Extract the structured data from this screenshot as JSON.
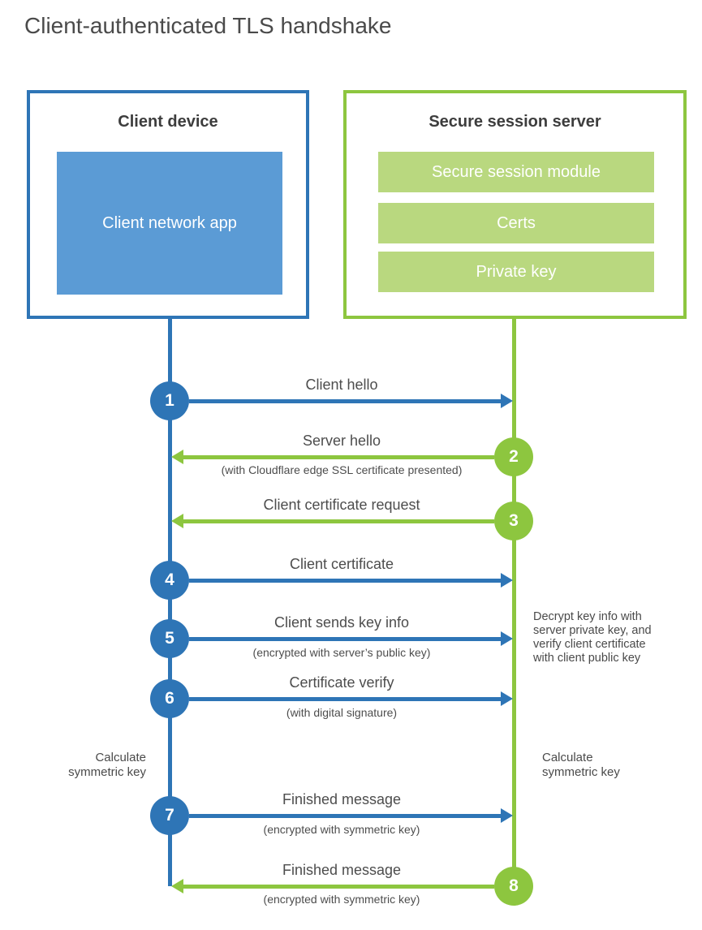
{
  "title": "Client-authenticated TLS handshake",
  "colors": {
    "blue": "#2e75b6",
    "blue_light": "#5b9bd5",
    "green": "#8dc63f",
    "green_light": "#b9d87f",
    "text_dark": "#3d3d3d",
    "text_gray": "#4a4a4a"
  },
  "client_box": {
    "title": "Client device",
    "inner_label": "Client network app"
  },
  "server_box": {
    "title": "Secure session server",
    "modules": [
      "Secure session module",
      "Certs",
      "Private key"
    ]
  },
  "steps": [
    {
      "num": "1",
      "label": "Client hello",
      "sub": "",
      "direction": "client-to-server"
    },
    {
      "num": "2",
      "label": "Server hello",
      "sub": "(with Cloudflare edge SSL certificate presented)",
      "direction": "server-to-client"
    },
    {
      "num": "3",
      "label": "Client certificate request",
      "sub": "",
      "direction": "server-to-client"
    },
    {
      "num": "4",
      "label": "Client certificate",
      "sub": "",
      "direction": "client-to-server"
    },
    {
      "num": "5",
      "label": "Client sends key info",
      "sub": "(encrypted with server’s public key)",
      "direction": "client-to-server"
    },
    {
      "num": "6",
      "label": "Certificate verify",
      "sub": "(with digital signature)",
      "direction": "client-to-server"
    },
    {
      "num": "7",
      "label": "Finished message",
      "sub": "(encrypted with symmetric key)",
      "direction": "client-to-server"
    },
    {
      "num": "8",
      "label": "Finished message",
      "sub": "(encrypted with symmetric key)",
      "direction": "server-to-client"
    }
  ],
  "annotations": {
    "decrypt_note_lines": [
      "Decrypt key info with",
      "server private key, and",
      "verify client certificate",
      "with client public key"
    ],
    "calc_left_lines": [
      "Calculate",
      "symmetric key"
    ],
    "calc_right_lines": [
      "Calculate",
      "symmetric key"
    ]
  }
}
